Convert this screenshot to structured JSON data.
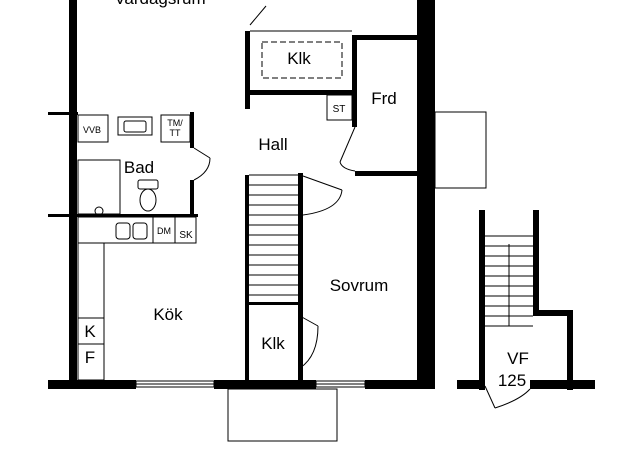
{
  "rooms": {
    "top_cut": "Vardagsrum",
    "klk_upper": "Klk",
    "frd": "Frd",
    "st": "ST",
    "hall": "Hall",
    "bad": "Bad",
    "vvb": "VVB",
    "tm_tt_line1": "TM/",
    "tm_tt_line2": "TT",
    "dm": "DM",
    "sk": "SK",
    "kok": "Kök",
    "k": "K",
    "f": "F",
    "sovrum": "Sovrum",
    "klk_lower": "Klk",
    "vf": "VF",
    "vf_area": "125"
  },
  "colors": {
    "wall": "#000000",
    "background": "#ffffff"
  }
}
